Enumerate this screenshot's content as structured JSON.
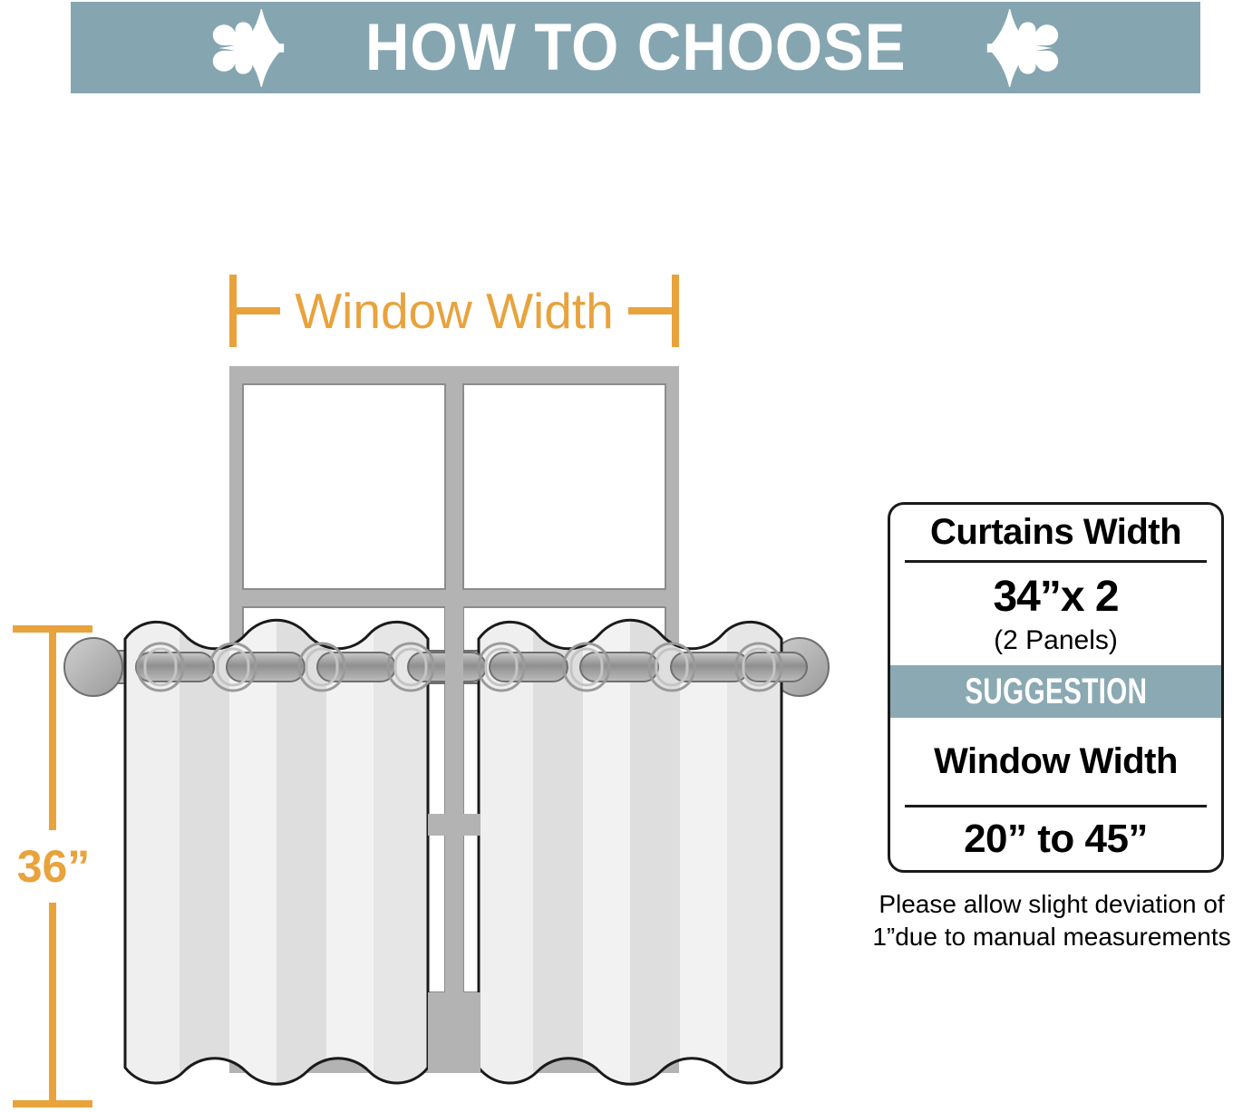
{
  "banner": {
    "title": "HOW TO CHOOSE",
    "background_color": "#85a6b0",
    "text_color": "#ffffff",
    "ornament_left": "fleur-de-lis-icon",
    "ornament_right": "fleur-de-lis-icon"
  },
  "diagram": {
    "width_dimension_label": "Window Width",
    "height_dimension_label": "36”",
    "dimension_color": "#e8a33d",
    "window_frame_color": "#b3b3b3",
    "curtain_light_color": "#eeeeee",
    "curtain_shade_color": "#dedede",
    "rod_color": "#999999",
    "grommet_count_per_panel": 4,
    "panel_count": 2
  },
  "card": {
    "curtains_width_label": "Curtains Width",
    "curtains_width_value": "34”x 2",
    "curtains_width_sub": "(2 Panels)",
    "suggestion_label": "SUGGESTION",
    "suggestion_band_color": "#8aa9b3",
    "window_width_label": "Window Width",
    "window_width_value": "20” to 45”"
  },
  "footnote": {
    "line1": "Please allow slight deviation of",
    "line2": "1”due to manual measurements"
  }
}
